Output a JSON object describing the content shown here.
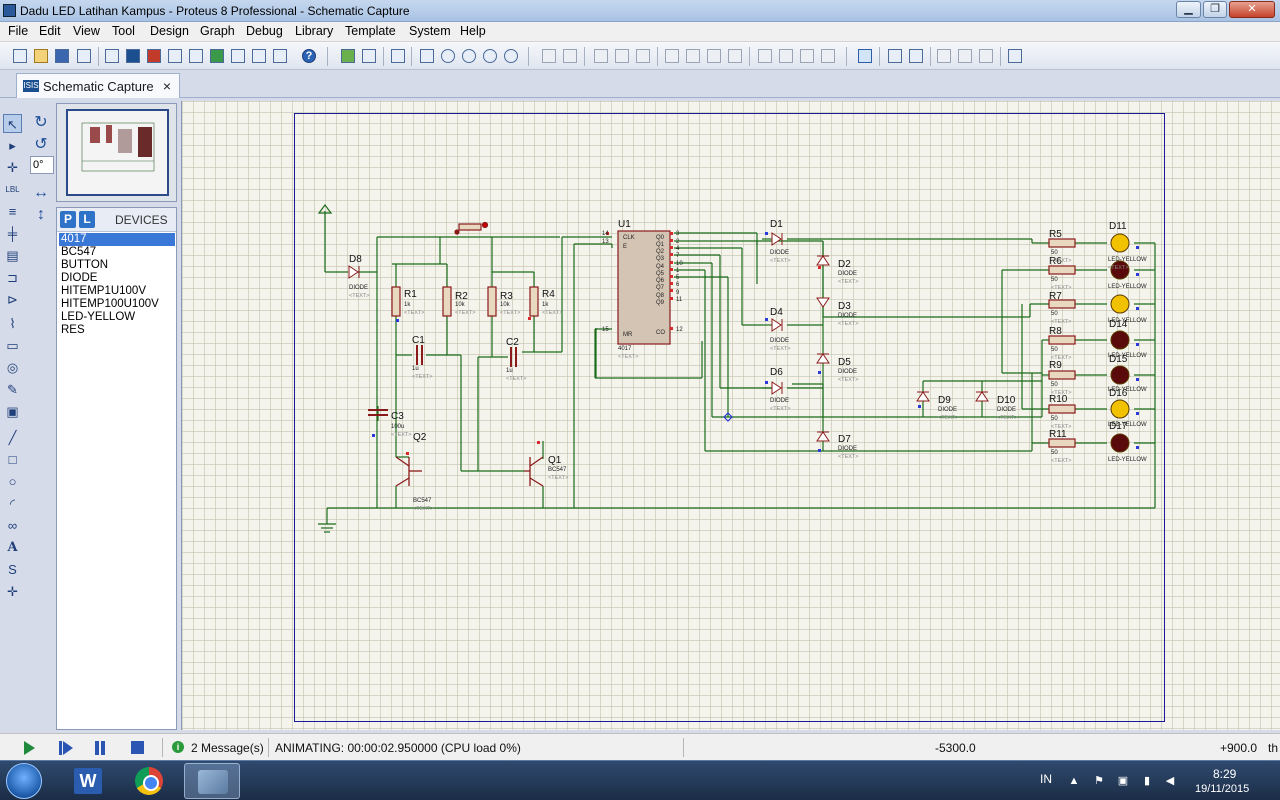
{
  "window": {
    "title": "Dadu LED Latihan Kampus - Proteus 8 Professional - Schematic Capture"
  },
  "menu": [
    "File",
    "Edit",
    "View",
    "Tool",
    "Design",
    "Graph",
    "Debug",
    "Library",
    "Template",
    "System",
    "Help"
  ],
  "tab": {
    "label": "Schematic Capture",
    "icon_text": "ISIS"
  },
  "rotation": {
    "angle": "0°"
  },
  "device_panel": {
    "p_label": "P",
    "l_label": "L",
    "title": "DEVICES",
    "items": [
      "4017",
      "BC547",
      "BUTTON",
      "DIODE",
      "HITEMP1U100V",
      "HITEMP100U100V",
      "LED-YELLOW",
      "RES"
    ],
    "selected": "4017"
  },
  "schematic": {
    "labels": [
      "U1",
      "D1",
      "D2",
      "D3",
      "D4",
      "D5",
      "D6",
      "D7",
      "D8",
      "D9",
      "D10",
      "D11",
      "D14",
      "D15",
      "D16",
      "D17",
      "R1",
      "R2",
      "R3",
      "R4",
      "R5",
      "R6",
      "R7",
      "R8",
      "R9",
      "R10",
      "R11",
      "C1",
      "C2",
      "C3",
      "Q1",
      "Q2"
    ],
    "values": {
      "r1": "1k",
      "r2": "10k",
      "r3": "10k",
      "r4": "1k",
      "c1": "1u",
      "c2": "1u",
      "c3": "100u",
      "led_r": "50",
      "diode": "DIODE",
      "transistor": "BC547",
      "led": "LED-YELLOW",
      "ic": "4017",
      "text": "<TEXT>"
    },
    "ic_pins_left": [
      "CLK",
      "E",
      "MR"
    ],
    "ic_pins_right": [
      "Q0",
      "Q1",
      "Q2",
      "Q3",
      "Q4",
      "Q5",
      "Q6",
      "Q7",
      "Q8",
      "Q9",
      "CO"
    ],
    "ic_pin_numbers_left": [
      "14",
      "13",
      "15"
    ],
    "ic_pin_numbers_right": [
      "3",
      "2",
      "4",
      "7",
      "10",
      "1",
      "5",
      "6",
      "9",
      "11",
      "12"
    ]
  },
  "status": {
    "messages": "2 Message(s)",
    "animating": "ANIMATING: 00:00:02.950000 (CPU load 0%)",
    "x_coord": "-5300.0",
    "y_coord": "+900.0",
    "unit": "th"
  },
  "taskbar": {
    "word_label": "W",
    "language": "IN",
    "time": "8:29",
    "date": "19/11/2015"
  },
  "colors": {
    "wire": "#1a6b1a",
    "component": "#8b1a1a",
    "led_on": "#f2c200",
    "led_off": "#5a0a0a",
    "sheet_border": "#1a1a99",
    "canvas": "#f4f4ec"
  }
}
